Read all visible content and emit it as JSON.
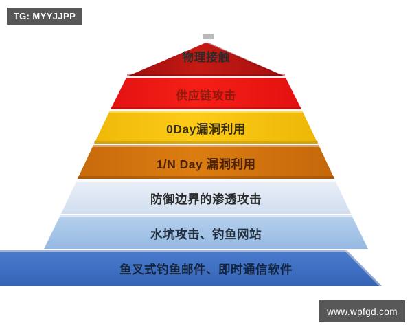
{
  "watermarks": {
    "telegram": "TG: MYYJJPP",
    "site": "www.wpfgd.com"
  },
  "diagram": {
    "type": "pyramid",
    "title": "",
    "orientation": "apex-top",
    "tier_count": 7,
    "note_order": "most-difficult-at-top to most-common-at-bottom",
    "tiers": [
      {
        "index": 0,
        "label": "物理接触",
        "fill": "#B81414",
        "text_color": "#2b2b2b"
      },
      {
        "index": 1,
        "label": "供应链攻击",
        "fill": "#EE1B18",
        "text_color": "#8e1a10"
      },
      {
        "index": 2,
        "label": "0Day漏洞利用",
        "fill": "#F6C313",
        "text_color": "#3a2e12"
      },
      {
        "index": 3,
        "label": "1/N Day 漏洞利用",
        "fill": "#D2740F",
        "text_color": "#4a2206"
      },
      {
        "index": 4,
        "label": "防御边界的渗透攻击",
        "fill": "#DFE8F4",
        "text_color": "#2b2b2b"
      },
      {
        "index": 5,
        "label": "水坑攻击、钓鱼网站",
        "fill": "#A6C5E8",
        "text_color": "#23313f"
      },
      {
        "index": 6,
        "label": "鱼叉式钓鱼邮件、即时通信软件",
        "fill": "#3F6FC2",
        "text_color": "#14243d"
      }
    ]
  },
  "colors": {
    "background": "#ffffff",
    "watermark_bg": "#575757",
    "watermark_text": "#ffffff"
  }
}
